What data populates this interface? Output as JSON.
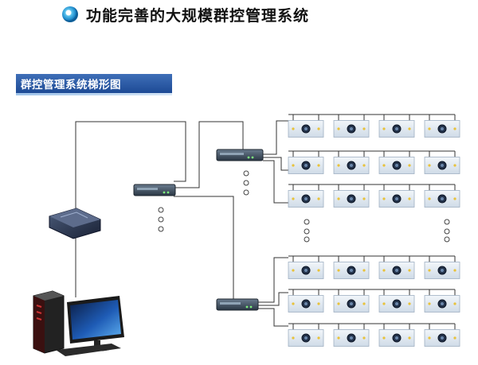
{
  "header": {
    "title": "功能完善的大规模群控管理系统",
    "subtitle": "群控管理系统梯形图"
  },
  "icons": {
    "title_bullet": "blue-circle-bullet-icon",
    "computer": "desktop-computer-icon",
    "converter": "usb-converter-icon",
    "hub": "network-hub-icon",
    "ffu_unit": "fan-filter-unit-icon"
  },
  "colors": {
    "banner": "#2a5aa5",
    "wire": "#333333",
    "unit_panel": "#dde6f0",
    "hub": "#3a4a5a"
  },
  "diagram": {
    "groups": 2,
    "rows_per_group": 3,
    "units_per_row": 4
  }
}
